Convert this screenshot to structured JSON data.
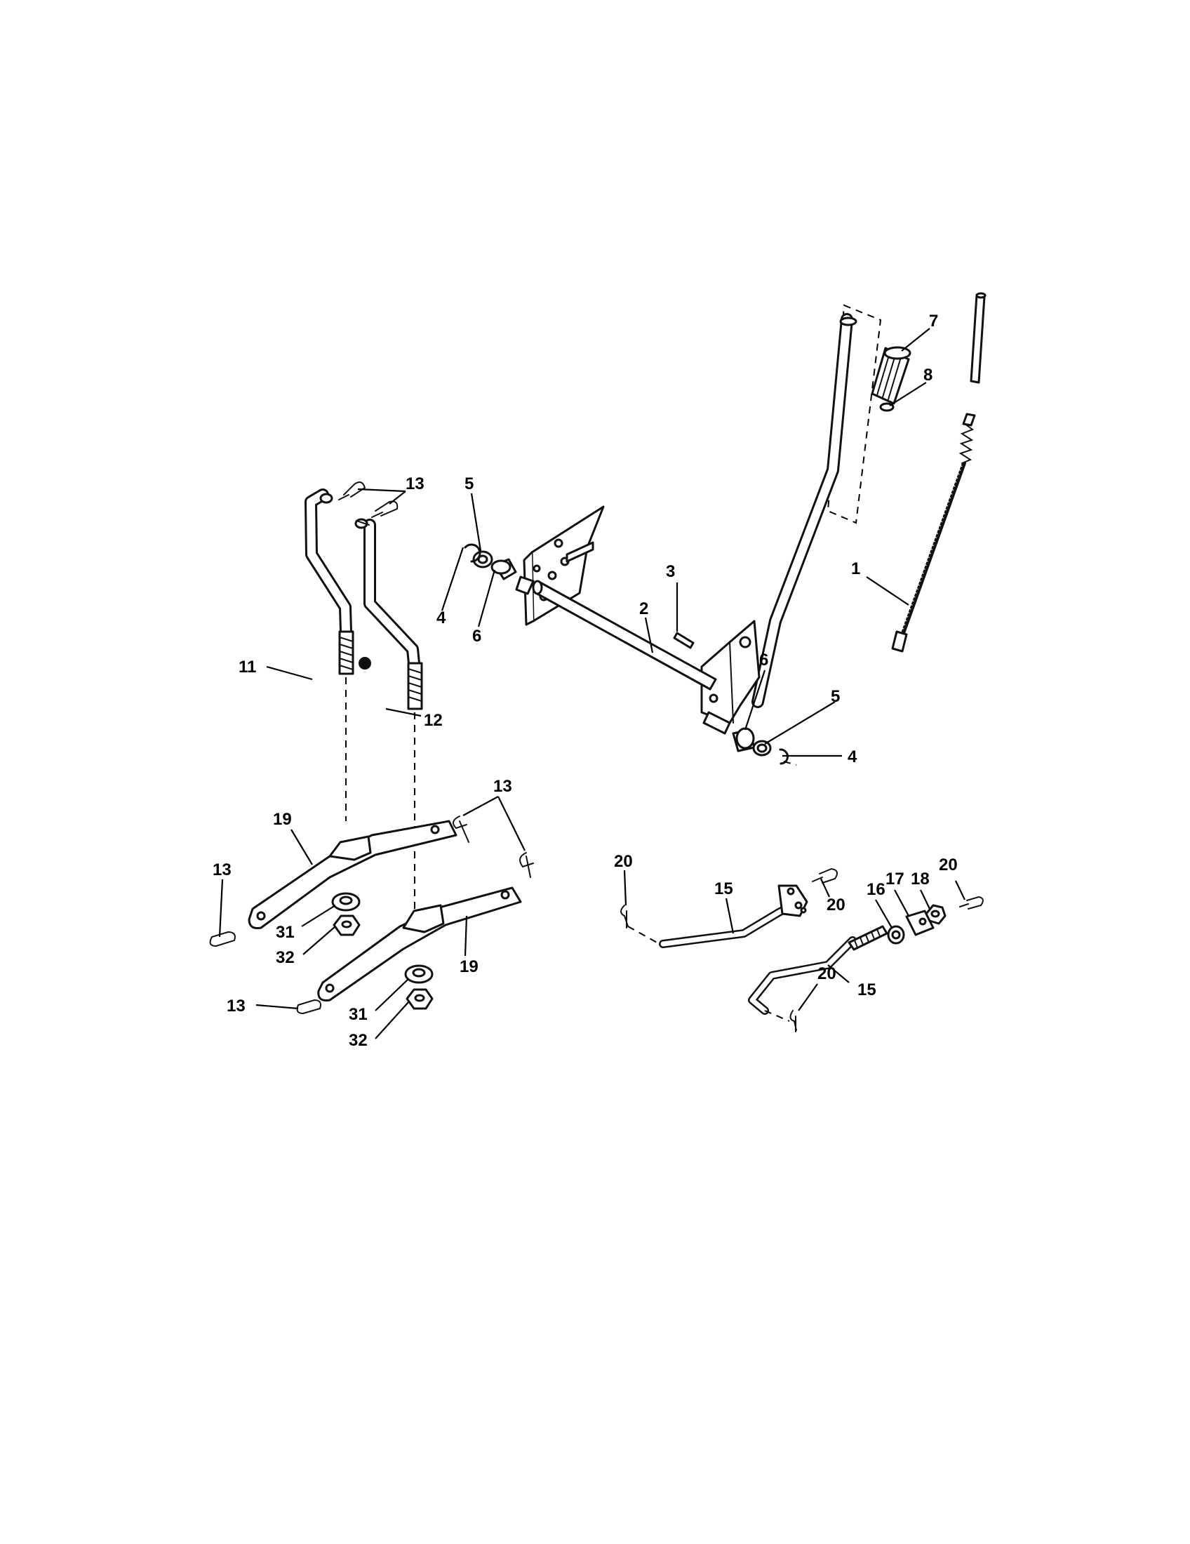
{
  "callouts": {
    "c1": "1",
    "c2": "2",
    "c3": "3",
    "c4a": "4",
    "c4b": "4",
    "c5a": "5",
    "c5b": "5",
    "c6a": "6",
    "c6b": "6",
    "c7": "7",
    "c8": "8",
    "c11": "11",
    "c12": "12",
    "c13a": "13",
    "c13b": "13",
    "c13c": "13",
    "c13d": "13",
    "c15a": "15",
    "c15b": "15",
    "c16": "16",
    "c17": "17",
    "c18": "18",
    "c19a": "19",
    "c19b": "19",
    "c20a": "20",
    "c20b": "20",
    "c20c": "20",
    "c20d": "20",
    "c31a": "31",
    "c31b": "31",
    "c32a": "32",
    "c32b": "32"
  }
}
